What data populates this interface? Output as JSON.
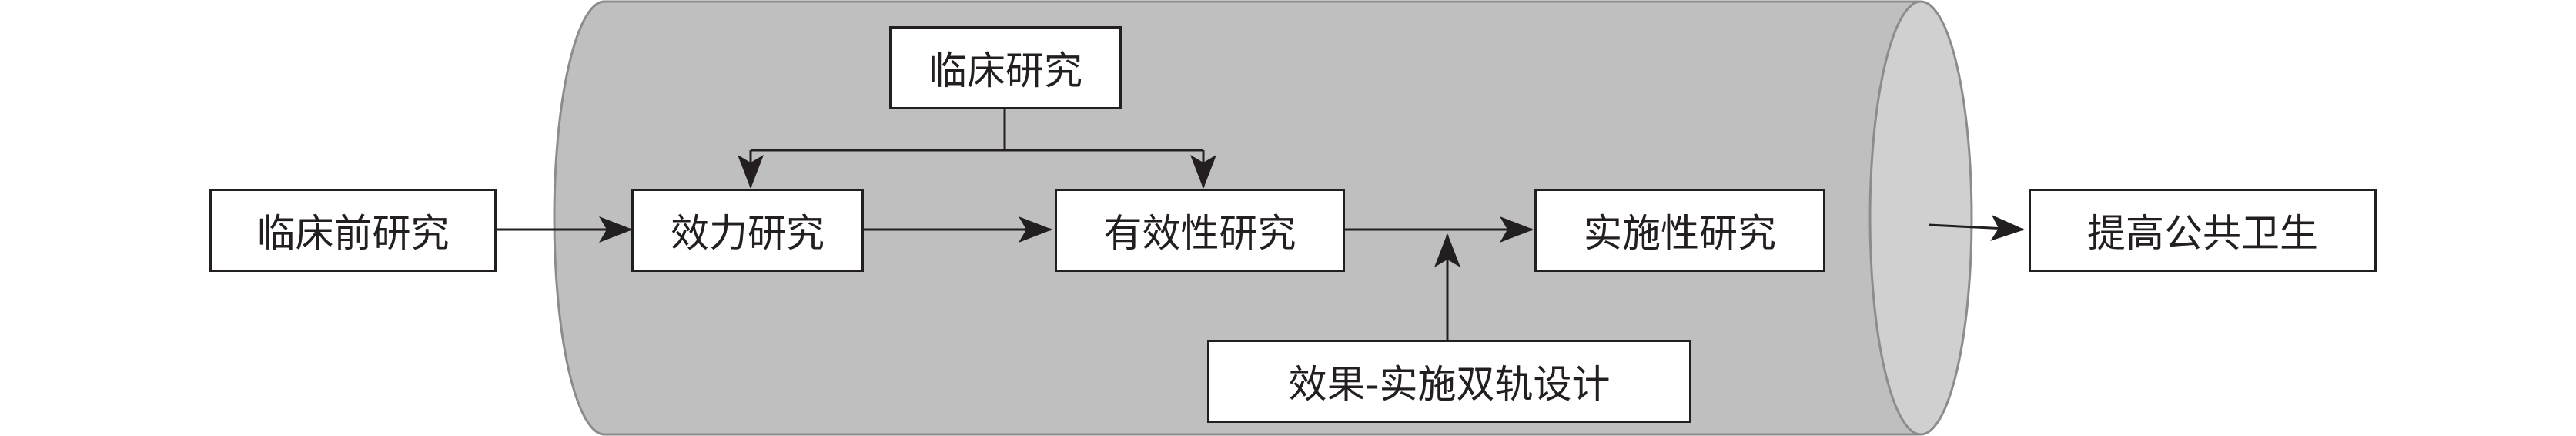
{
  "nodes": {
    "preclinical": "临床前研究",
    "clinical": "临床研究",
    "efficacy": "效力研究",
    "effectiveness": "有效性研究",
    "implementation": "实施性研究",
    "hybrid_design": "效果-实施双轨设计",
    "public_health": "提高公共卫生"
  },
  "colors": {
    "pipe_fill": "#bfbfbf",
    "pipe_end_fill": "#d0d0d0",
    "pipe_stroke": "#8c8c8c",
    "box_border": "#231f20",
    "arrow": "#231f20"
  }
}
